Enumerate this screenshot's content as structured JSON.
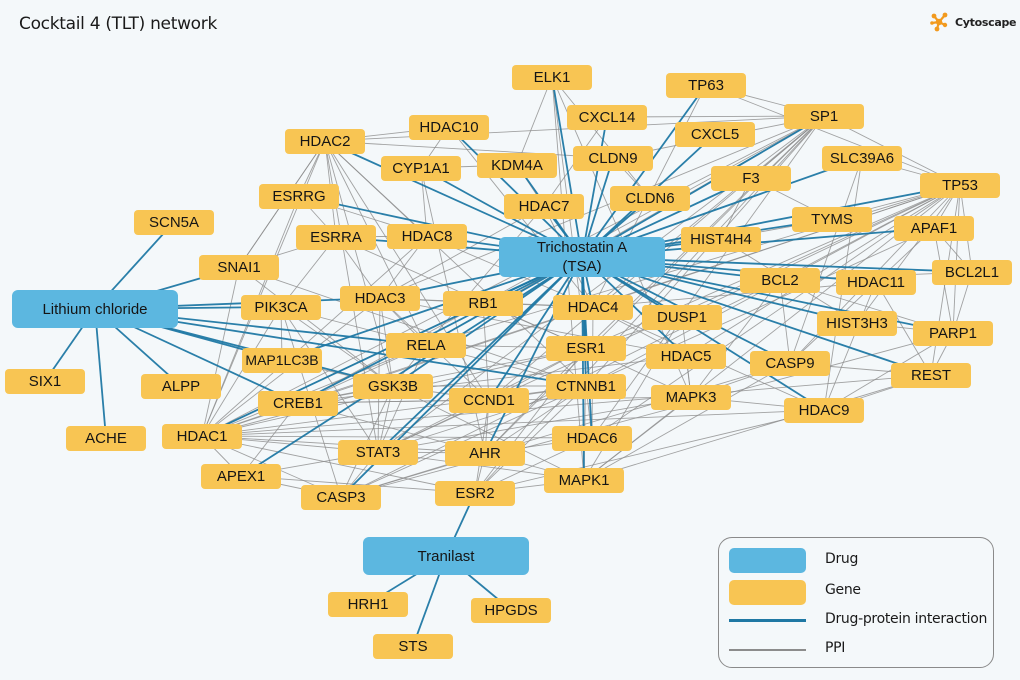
{
  "title": "Cocktail 4 (TLT) network",
  "brand": {
    "name": "Cytoscape",
    "icon": "cytoscape-logo-icon",
    "color": "#f29a1e"
  },
  "colors": {
    "drug": "#5cb7e0",
    "gene": "#f8c553",
    "drug_protein_edge": "#1f78a4",
    "ppi_edge": "#8c8c8c"
  },
  "legend": {
    "items": [
      {
        "label": "Drug",
        "kind": "drug-swatch"
      },
      {
        "label": "Gene",
        "kind": "gene-swatch"
      },
      {
        "label": "Drug-protein interaction",
        "kind": "drug-protein-line"
      },
      {
        "label": "PPI",
        "kind": "ppi-line"
      }
    ]
  },
  "network": {
    "drugs": [
      {
        "id": "LiCl",
        "label": "Lithium chloride"
      },
      {
        "id": "TSA",
        "label": "Trichostatin A\n(TSA)"
      },
      {
        "id": "TRAN",
        "label": "Tranilast"
      }
    ],
    "genes": [
      "ELK1",
      "TP63",
      "HDAC10",
      "CXCL14",
      "SP1",
      "HDAC2",
      "CXCL5",
      "CYP1A1",
      "KDM4A",
      "CLDN9",
      "SLC39A6",
      "F3",
      "ESRRG",
      "CLDN6",
      "HDAC7",
      "TP53",
      "SCN5A",
      "TYMS",
      "APAF1",
      "ESRRA",
      "HDAC8",
      "HIST4H4",
      "SNAI1",
      "BCL2L1",
      "BCL2",
      "HDAC11",
      "PIK3CA",
      "HDAC3",
      "RB1",
      "HDAC4",
      "DUSP1",
      "HIST3H3",
      "PARP1",
      "RELA",
      "ESR1",
      "MAP1LC3B",
      "HDAC5",
      "CASP9",
      "REST",
      "SIX1",
      "ALPP",
      "GSK3B",
      "CTNNB1",
      "CREB1",
      "CCND1",
      "MAPK3",
      "HDAC9",
      "ACHE",
      "HDAC1",
      "HDAC6",
      "STAT3",
      "AHR",
      "APEX1",
      "MAPK1",
      "ESR2",
      "CASP3",
      "HRH1",
      "HPGDS",
      "STS"
    ],
    "drug_protein_interactions": {
      "LiCl": [
        "SCN5A",
        "SNAI1",
        "PIK3CA",
        "SIX1",
        "ACHE",
        "ALPP",
        "MAP1LC3B",
        "CREB1",
        "GSK3B",
        "HDAC3",
        "RELA",
        "CTNNB1"
      ],
      "TSA": [
        "ELK1",
        "TP63",
        "HDAC10",
        "CXCL14",
        "SP1",
        "HDAC2",
        "CXCL5",
        "CYP1A1",
        "KDM4A",
        "CLDN9",
        "SLC39A6",
        "F3",
        "ESRRG",
        "CLDN6",
        "HDAC7",
        "TP53",
        "TYMS",
        "APAF1",
        "ESRRA",
        "HDAC8",
        "HIST4H4",
        "BCL2",
        "HDAC11",
        "BCL2L1",
        "HDAC3",
        "RB1",
        "HDAC4",
        "DUSP1",
        "HIST3H3",
        "PARP1",
        "RELA",
        "ESR1",
        "MAP1LC3B",
        "HDAC5",
        "CASP9",
        "REST",
        "CTNNB1",
        "CCND1",
        "HDAC9",
        "HDAC1",
        "HDAC6",
        "STAT3",
        "AHR",
        "APEX1",
        "CASP3",
        "MAPK1",
        "GSK3B",
        "CREB1"
      ],
      "TRAN": [
        "ESR2",
        "HRH1",
        "STS",
        "HPGDS"
      ]
    },
    "ppi_edges": [
      [
        "HDAC2",
        "HDAC10"
      ],
      [
        "HDAC2",
        "CLDN9"
      ],
      [
        "HDAC2",
        "ESRRG"
      ],
      [
        "HDAC2",
        "ESRRA"
      ],
      [
        "HDAC2",
        "HDAC8"
      ],
      [
        "HDAC2",
        "SNAI1"
      ],
      [
        "HDAC2",
        "RELA"
      ],
      [
        "HDAC2",
        "CCND1"
      ],
      [
        "HDAC2",
        "HDAC1"
      ],
      [
        "HDAC2",
        "GSK3B"
      ],
      [
        "HDAC2",
        "STAT3"
      ],
      [
        "HDAC2",
        "CTNNB1"
      ],
      [
        "ELK1",
        "KDM4A"
      ],
      [
        "ELK1",
        "CLDN6"
      ],
      [
        "ELK1",
        "ESR1"
      ],
      [
        "CXCL14",
        "HDAC7"
      ],
      [
        "TP63",
        "TP53"
      ],
      [
        "TP63",
        "SP1"
      ],
      [
        "TP63",
        "HDAC4"
      ],
      [
        "SP1",
        "TP53"
      ],
      [
        "SP1",
        "HDAC1"
      ],
      [
        "SP1",
        "HDAC2"
      ],
      [
        "SP1",
        "ESR1"
      ],
      [
        "SP1",
        "CTNNB1"
      ],
      [
        "SP1",
        "HDAC3"
      ],
      [
        "SP1",
        "RB1"
      ],
      [
        "SP1",
        "RELA"
      ],
      [
        "SP1",
        "STAT3"
      ],
      [
        "SP1",
        "HDAC4"
      ],
      [
        "SP1",
        "CXCL14"
      ],
      [
        "SP1",
        "CLDN9"
      ],
      [
        "SP1",
        "F3"
      ],
      [
        "SP1",
        "ESR2"
      ],
      [
        "SP1",
        "HDAC6"
      ],
      [
        "SP1",
        "AHR"
      ],
      [
        "SP1",
        "CCND1"
      ],
      [
        "SLC39A6",
        "TP53"
      ],
      [
        "SLC39A6",
        "HDAC9"
      ],
      [
        "SLC39A6",
        "CASP9"
      ],
      [
        "TP53",
        "BCL2"
      ],
      [
        "TP53",
        "BCL2L1"
      ],
      [
        "TP53",
        "PARP1"
      ],
      [
        "TP53",
        "HDAC1"
      ],
      [
        "TP53",
        "CASP9"
      ],
      [
        "TP53",
        "APAF1"
      ],
      [
        "TP53",
        "HIST3H3"
      ],
      [
        "TP53",
        "ESR1"
      ],
      [
        "TP53",
        "MAPK1"
      ],
      [
        "TP53",
        "STAT3"
      ],
      [
        "TP53",
        "CTNNB1"
      ],
      [
        "TP53",
        "RELA"
      ],
      [
        "TP53",
        "HDAC5"
      ],
      [
        "TP53",
        "HDAC6"
      ],
      [
        "TP53",
        "DUSP1"
      ],
      [
        "TP53",
        "REST"
      ],
      [
        "TP53",
        "CREB1"
      ],
      [
        "APAF1",
        "CASP9"
      ],
      [
        "APAF1",
        "BCL2L1"
      ],
      [
        "APAF1",
        "CASP3"
      ],
      [
        "APAF1",
        "PARP1"
      ],
      [
        "BCL2L1",
        "PARP1"
      ],
      [
        "BCL2L1",
        "BCL2"
      ],
      [
        "BCL2",
        "CASP9"
      ],
      [
        "BCL2",
        "CASP3"
      ],
      [
        "BCL2",
        "PARP1"
      ],
      [
        "BCL2",
        "MAPK3"
      ],
      [
        "HDAC11",
        "HDAC9"
      ],
      [
        "HDAC11",
        "HDAC4"
      ],
      [
        "HDAC11",
        "REST"
      ],
      [
        "PARP1",
        "CASP3"
      ],
      [
        "PARP1",
        "REST"
      ],
      [
        "PARP1",
        "HDAC9"
      ],
      [
        "REST",
        "HDAC1"
      ],
      [
        "REST",
        "HDAC9"
      ],
      [
        "REST",
        "CASP9"
      ],
      [
        "REST",
        "MAPK1"
      ],
      [
        "HDAC9",
        "HDAC4"
      ],
      [
        "HDAC9",
        "MAPK3"
      ],
      [
        "HDAC9",
        "HDAC1"
      ],
      [
        "HDAC9",
        "ESR2"
      ],
      [
        "HDAC5",
        "HDAC4"
      ],
      [
        "HDAC5",
        "MAPK3"
      ],
      [
        "HDAC5",
        "HDAC3"
      ],
      [
        "HDAC5",
        "CREB1"
      ],
      [
        "CASP9",
        "CASP3"
      ],
      [
        "CASP9",
        "MAPK1"
      ],
      [
        "CASP9",
        "MAPK3"
      ],
      [
        "DUSP1",
        "MAPK1"
      ],
      [
        "DUSP1",
        "MAPK3"
      ],
      [
        "DUSP1",
        "ESR1"
      ],
      [
        "MAPK3",
        "MAPK1"
      ],
      [
        "MAPK3",
        "ESR1"
      ],
      [
        "MAPK3",
        "STAT3"
      ],
      [
        "MAPK3",
        "CREB1"
      ],
      [
        "MAPK3",
        "ELK1"
      ],
      [
        "MAPK1",
        "ELK1"
      ],
      [
        "MAPK1",
        "ESR1"
      ],
      [
        "MAPK1",
        "STAT3"
      ],
      [
        "MAPK1",
        "CREB1"
      ],
      [
        "MAPK1",
        "ESR2"
      ],
      [
        "MAPK1",
        "GSK3B"
      ],
      [
        "HDAC6",
        "HDAC1"
      ],
      [
        "HDAC6",
        "HDAC4"
      ],
      [
        "HDAC6",
        "CTNNB1"
      ],
      [
        "HDAC6",
        "ESR2"
      ],
      [
        "HDAC6",
        "AHR"
      ],
      [
        "ESR1",
        "ESR2"
      ],
      [
        "ESR1",
        "CCND1"
      ],
      [
        "ESR1",
        "CTNNB1"
      ],
      [
        "ESR1",
        "HDAC1"
      ],
      [
        "ESR1",
        "RELA"
      ],
      [
        "ESR1",
        "STAT3"
      ],
      [
        "ESR1",
        "AHR"
      ],
      [
        "ESR1",
        "ESRRA"
      ],
      [
        "ESR1",
        "CREB1"
      ],
      [
        "CTNNB1",
        "GSK3B"
      ],
      [
        "CTNNB1",
        "CCND1"
      ],
      [
        "CTNNB1",
        "HDAC1"
      ],
      [
        "CTNNB1",
        "RELA"
      ],
      [
        "CTNNB1",
        "STAT3"
      ],
      [
        "CTNNB1",
        "SNAI1"
      ],
      [
        "CTNNB1",
        "ESR2"
      ],
      [
        "CTNNB1",
        "AHR"
      ],
      [
        "CCND1",
        "RB1"
      ],
      [
        "CCND1",
        "STAT3"
      ],
      [
        "CCND1",
        "GSK3B"
      ],
      [
        "CCND1",
        "HDAC3"
      ],
      [
        "CCND1",
        "AHR"
      ],
      [
        "CCND1",
        "ESR2"
      ],
      [
        "CCND1",
        "CREB1"
      ],
      [
        "RB1",
        "HDAC1"
      ],
      [
        "RB1",
        "HDAC3"
      ],
      [
        "RB1",
        "ESR1"
      ],
      [
        "RB1",
        "CREB1"
      ],
      [
        "RB1",
        "HDAC4"
      ],
      [
        "RELA",
        "HDAC1"
      ],
      [
        "RELA",
        "HDAC3"
      ],
      [
        "RELA",
        "STAT3"
      ],
      [
        "RELA",
        "GSK3B"
      ],
      [
        "RELA",
        "CREB1"
      ],
      [
        "RELA",
        "PIK3CA"
      ],
      [
        "HDAC3",
        "HDAC4"
      ],
      [
        "HDAC3",
        "HDAC1"
      ],
      [
        "HDAC3",
        "HDAC8"
      ],
      [
        "HDAC3",
        "STAT3"
      ],
      [
        "HDAC3",
        "GSK3B"
      ],
      [
        "HDAC8",
        "HDAC1"
      ],
      [
        "HDAC8",
        "HDAC4"
      ],
      [
        "HDAC8",
        "ESRRA"
      ],
      [
        "HDAC8",
        "ESRRG"
      ],
      [
        "HDAC8",
        "CYP1A1"
      ],
      [
        "HDAC1",
        "STAT3"
      ],
      [
        "HDAC1",
        "APEX1"
      ],
      [
        "HDAC1",
        "CREB1"
      ],
      [
        "HDAC1",
        "CASP3"
      ],
      [
        "HDAC1",
        "AHR"
      ],
      [
        "HDAC1",
        "ESR2"
      ],
      [
        "HDAC1",
        "GSK3B"
      ],
      [
        "STAT3",
        "AHR"
      ],
      [
        "STAT3",
        "CASP3"
      ],
      [
        "STAT3",
        "APEX1"
      ],
      [
        "STAT3",
        "PIK3CA"
      ],
      [
        "STAT3",
        "GSK3B"
      ],
      [
        "AHR",
        "ESR2"
      ],
      [
        "AHR",
        "CYP1A1"
      ],
      [
        "AHR",
        "CASP3"
      ],
      [
        "APEX1",
        "CASP3"
      ],
      [
        "APEX1",
        "ESR2"
      ],
      [
        "APEX1",
        "CREB1"
      ],
      [
        "GSK3B",
        "PIK3CA"
      ],
      [
        "GSK3B",
        "CREB1"
      ],
      [
        "GSK3B",
        "SNAI1"
      ],
      [
        "GSK3B",
        "MAP1LC3B"
      ],
      [
        "GSK3B",
        "CASP3"
      ],
      [
        "PIK3CA",
        "MAP1LC3B"
      ],
      [
        "PIK3CA",
        "HDAC1"
      ],
      [
        "PIK3CA",
        "CASP3"
      ],
      [
        "SNAI1",
        "HDAC1"
      ],
      [
        "SNAI1",
        "ESRRA"
      ],
      [
        "SNAI1",
        "HDAC2"
      ],
      [
        "ESRRG",
        "ESRRA"
      ],
      [
        "ESRRG",
        "HDAC1"
      ],
      [
        "ESRRA",
        "HDAC3"
      ],
      [
        "ESRRA",
        "PIK3CA"
      ],
      [
        "CYP1A1",
        "KDM4A"
      ],
      [
        "CYP1A1",
        "HDAC10"
      ],
      [
        "KDM4A",
        "HDAC7"
      ],
      [
        "HDAC7",
        "HDAC4"
      ],
      [
        "HDAC7",
        "HDAC3"
      ],
      [
        "HDAC7",
        "RELA"
      ],
      [
        "HDAC10",
        "HDAC4"
      ],
      [
        "CLDN6",
        "CLDN9"
      ],
      [
        "F3",
        "HIST4H4"
      ],
      [
        "F3",
        "TYMS"
      ],
      [
        "TYMS",
        "TP53"
      ],
      [
        "TYMS",
        "HIST4H4"
      ],
      [
        "HIST4H4",
        "HIST3H3"
      ],
      [
        "HIST3H3",
        "PARP1"
      ]
    ]
  }
}
